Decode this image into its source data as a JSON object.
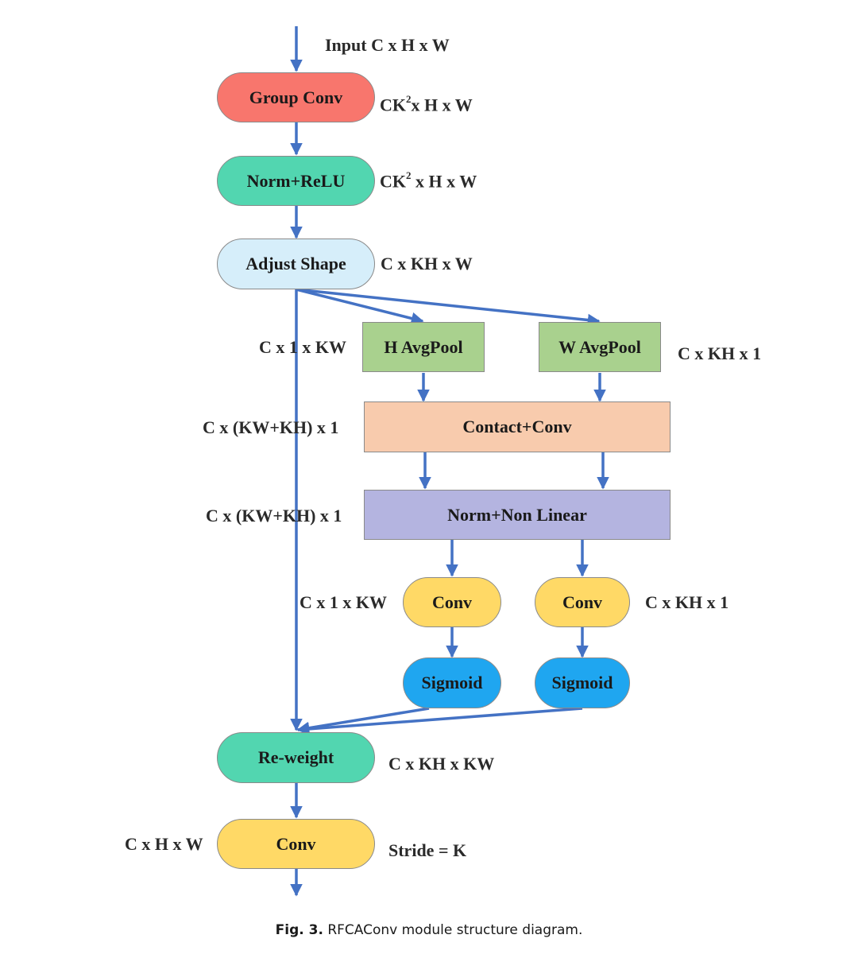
{
  "colors": {
    "arrow": "#4472c4",
    "red": "#f8766d",
    "teal": "#52d6b0",
    "light_blue": "#d6eefa",
    "green": "#a9d18e",
    "peach": "#f8cbad",
    "lavender": "#b4b4e0",
    "yellow": "#ffd966",
    "blue": "#1fa6f0"
  },
  "nodes": {
    "group_conv": "Group Conv",
    "norm_relu": "Norm+ReLU",
    "adjust_shape": "Adjust Shape",
    "h_avgpool": "H AvgPool",
    "w_avgpool": "W AvgPool",
    "contact_conv": "Contact+Conv",
    "norm_nonlinear": "Norm+Non Linear",
    "conv_left": "Conv",
    "conv_right": "Conv",
    "sigmoid_left": "Sigmoid",
    "sigmoid_right": "Sigmoid",
    "reweight": "Re-weight",
    "conv_final": "Conv"
  },
  "labels": {
    "input": "Input C x H x W",
    "group_conv_pre": "CK",
    "group_conv_sup": "2",
    "group_conv_post": "x H x W",
    "norm_relu_pre": "CK",
    "norm_relu_sup": "2",
    "norm_relu_post": " x H x W",
    "adjust_shape": "C x KH x W",
    "h_pool": "C x 1 x KW",
    "w_pool": "C x KH x 1",
    "contact": "C x (KW+KH) x 1",
    "norm_nonlinear": "C x (KW+KH) x 1",
    "conv_left": "C x 1 x KW",
    "conv_right": "C x KH x 1",
    "reweight": "C x KH x KW",
    "conv_final_left": "C x H x W",
    "conv_final_right": "Stride = K"
  },
  "caption": {
    "fig": "Fig. 3.",
    "text": "RFCAConv module structure diagram."
  }
}
